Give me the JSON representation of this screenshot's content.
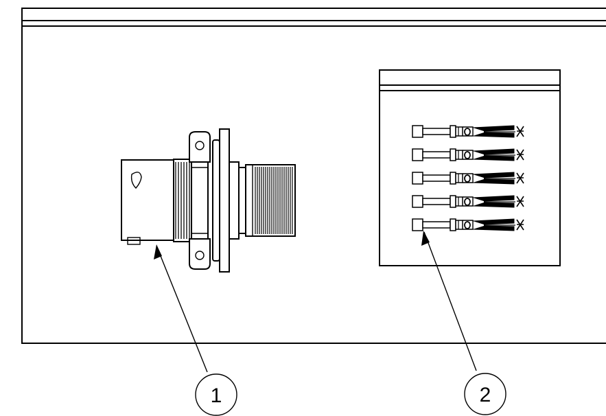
{
  "callouts": [
    {
      "id": "1",
      "label": "1",
      "part": "connector"
    },
    {
      "id": "2",
      "label": "2",
      "part": "contacts"
    }
  ],
  "contacts": {
    "count": 5
  },
  "colors": {
    "line": "#000000",
    "background": "#ffffff"
  }
}
